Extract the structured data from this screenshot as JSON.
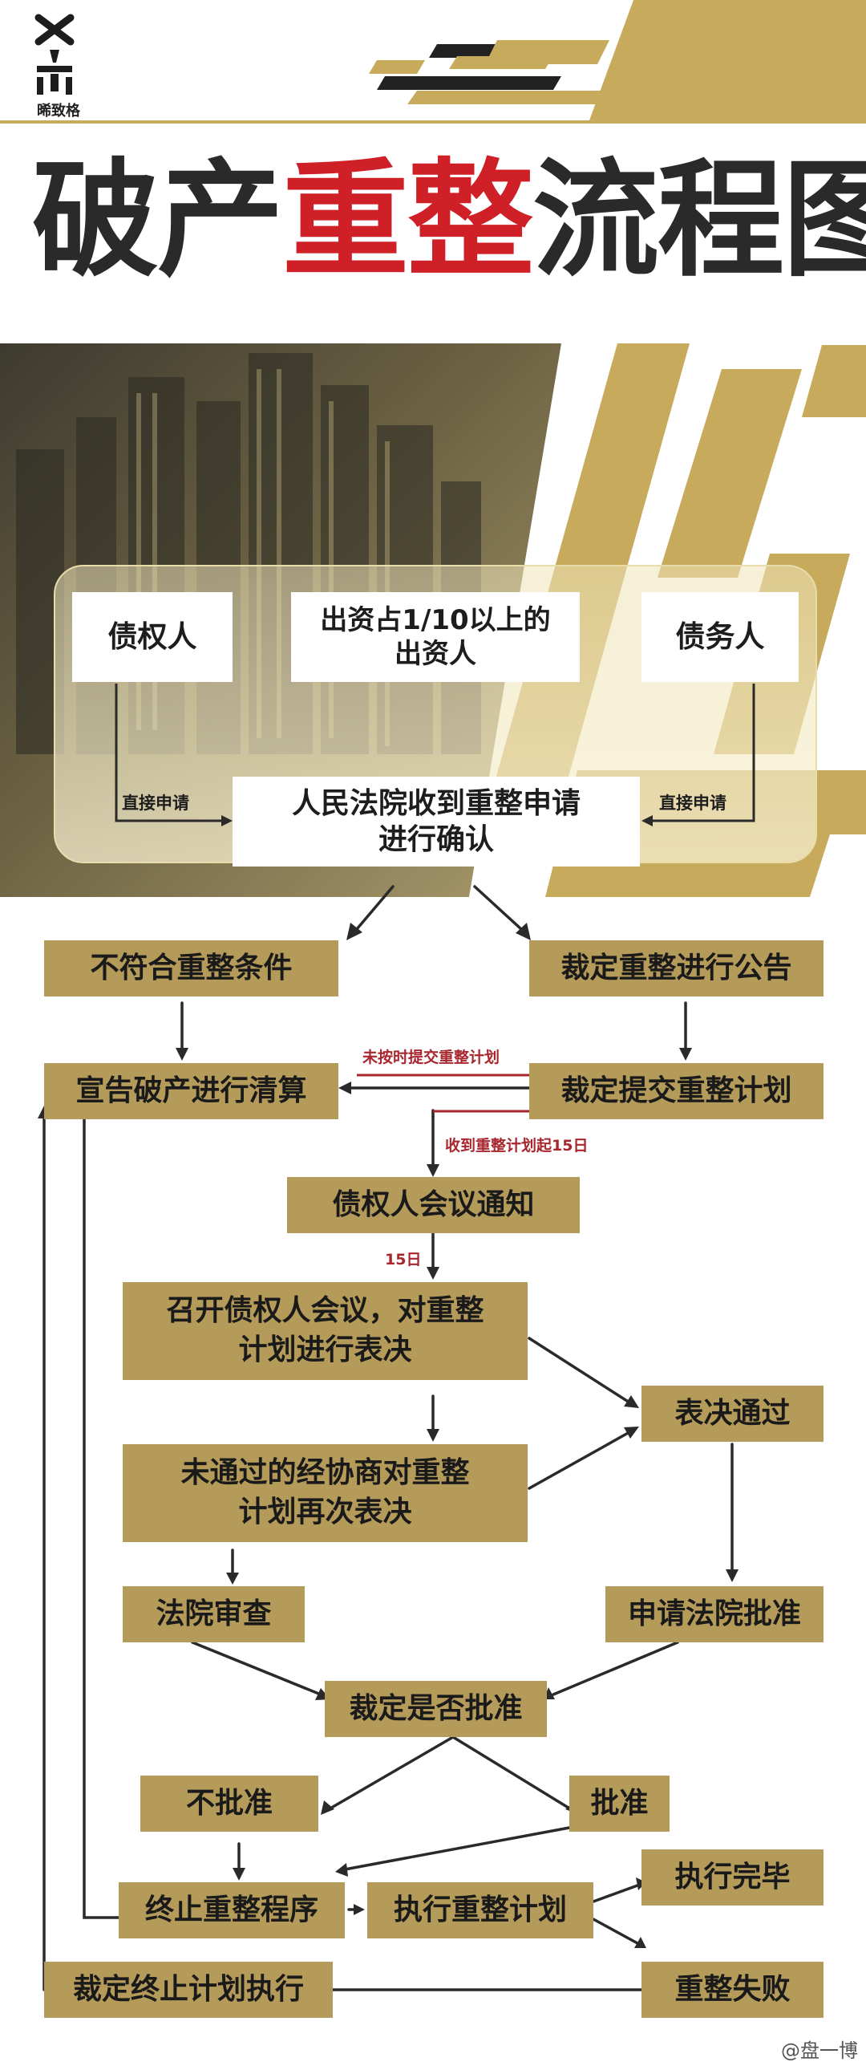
{
  "brand": {
    "name": "晞致格"
  },
  "title": {
    "part1": "破产",
    "part2": "重整",
    "part3": "流程图"
  },
  "top": {
    "creditor": "债权人",
    "investor_line1": "出资占1/10以上的",
    "investor_line2": "出资人",
    "debtor": "债务人",
    "court_line1": "人民法院收到重整申请",
    "court_line2": "进行确认",
    "direct_left": "直接申请",
    "direct_right": "直接申请"
  },
  "flow": {
    "not_qualified": "不符合重整条件",
    "announce": "裁定重整进行公告",
    "liquidation": "宣告破产进行清算",
    "submit_plan": "裁定提交重整计划",
    "late_label": "未按时提交重整计划",
    "within_15_label": "收到重整计划起15日",
    "notify": "债权人会议通知",
    "days_15": "15日",
    "meeting_line1": "召开债权人会议，对重整",
    "meeting_line2": "计划进行表决",
    "passed": "表决通过",
    "revote_line1": "未通过的经协商对重整",
    "revote_line2": "计划再次表决",
    "court_review": "法院审查",
    "apply_court": "申请法院批准",
    "ruling": "裁定是否批准",
    "not_approved": "不批准",
    "approved": "批准",
    "terminate": "终止重整程序",
    "execute": "执行重整计划",
    "finished": "执行完毕",
    "stop_execution": "裁定终止计划执行",
    "failure": "重整失败"
  },
  "watermark": "@盘一博",
  "colors": {
    "gold": "#b59b59",
    "stripe": "#c8aa5c",
    "red": "#cf1f27",
    "dark": "#2a2a2a"
  }
}
